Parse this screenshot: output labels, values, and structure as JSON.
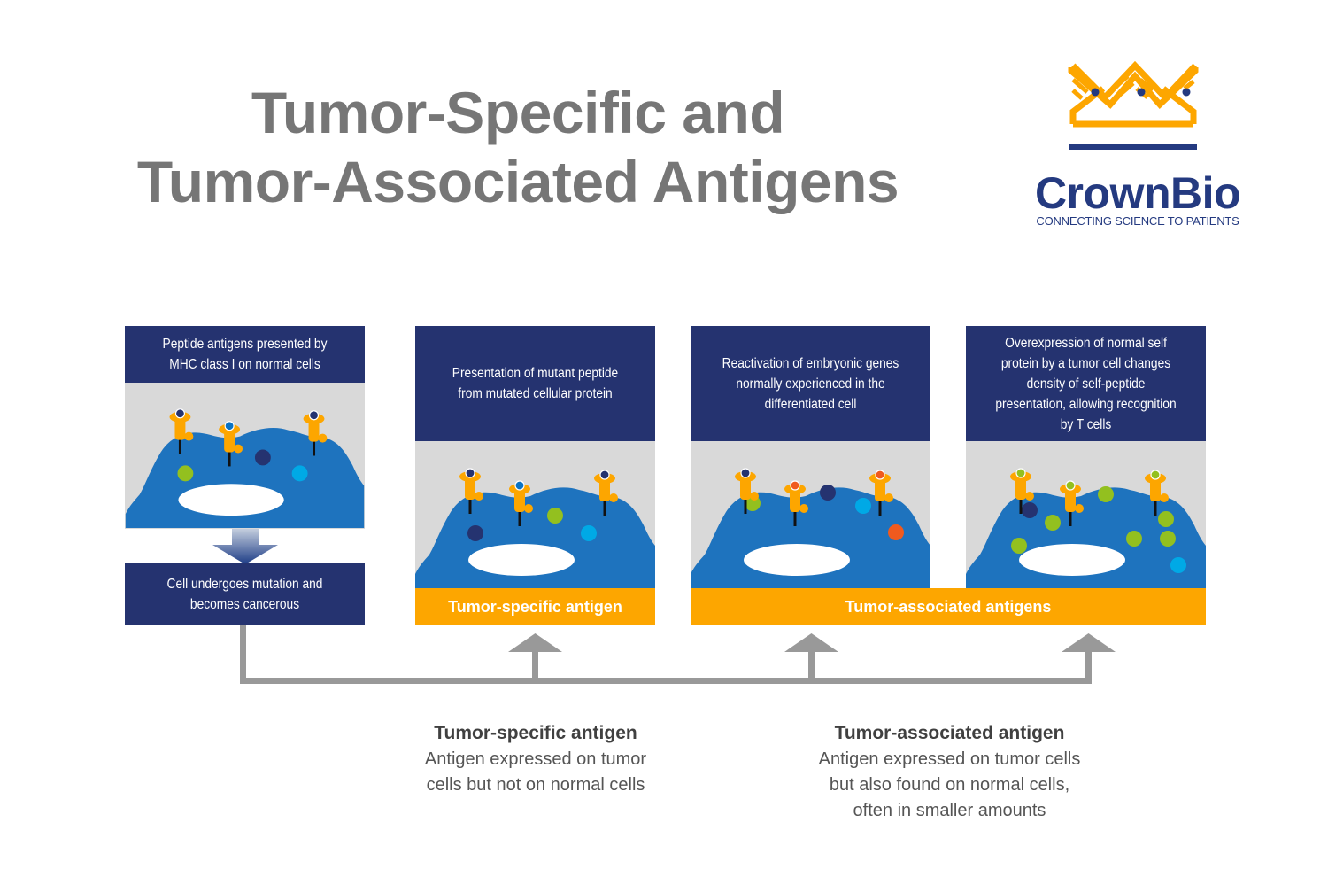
{
  "title": {
    "line1": "Tumor-Specific and",
    "line2": "Tumor-Associated Antigens"
  },
  "logo": {
    "icon": "crown-icon",
    "wordmark": "CrownBio",
    "tagline": "CONNECTING SCIENCE TO PATIENTS"
  },
  "colors": {
    "navy": "#253370",
    "orange": "#fda600",
    "cell_blue": "#1e73be",
    "background_gray": "#d9d9d9",
    "connector_gray": "#999999",
    "dark_dot": "#253370",
    "light_blue_dot": "#00a9e6",
    "green_dot": "#93c01f",
    "red_dot": "#f05a1e",
    "mid_blue_dot": "#0a73c4",
    "title_gray": "#767676"
  },
  "panels": [
    {
      "id": "normal",
      "header": "Peptide antigens presented by MHC class I on normal cells",
      "mhc_peptides": [
        "dark",
        "mid_blue",
        "dark"
      ],
      "inner_dots": [
        "green",
        "dark",
        "light_blue"
      ],
      "down_arrow": "arrow-down-icon",
      "footer": "Cell undergoes mutation and becomes cancerous"
    },
    {
      "id": "tumor-specific",
      "header": "Presentation of mutant peptide from mutated cellular protein",
      "mhc_peptides": [
        "dark",
        "mid_blue",
        "dark"
      ],
      "inner_dots": [
        "green",
        "dark",
        "light_blue"
      ]
    },
    {
      "id": "embryonic",
      "header": "Reactivation of embryonic genes normally experienced in the differentiated cell",
      "mhc_peptides": [
        "dark",
        "red",
        "red"
      ],
      "inner_dots": [
        "green",
        "dark",
        "light_blue",
        "red"
      ]
    },
    {
      "id": "overexpression",
      "header": "Overexpression of normal self protein by a tumor cell changes density of self-peptide presentation, allowing recognition by T cells",
      "mhc_peptides": [
        "green",
        "green",
        "green"
      ],
      "inner_dots": [
        "dark",
        "green",
        "green",
        "green",
        "green",
        "green",
        "green",
        "light_blue"
      ]
    }
  ],
  "bars": {
    "tumor_specific": "Tumor-specific antigen",
    "tumor_associated": "Tumor-associated antigens"
  },
  "definitions": [
    {
      "term": "Tumor-specific antigen",
      "line1": "Antigen expressed on tumor",
      "line2": "cells but not on normal cells"
    },
    {
      "term": "Tumor-associated antigen",
      "line1": "Antigen expressed on tumor cells",
      "line2": "but also found on normal cells,",
      "line3": "often in smaller amounts"
    }
  ]
}
